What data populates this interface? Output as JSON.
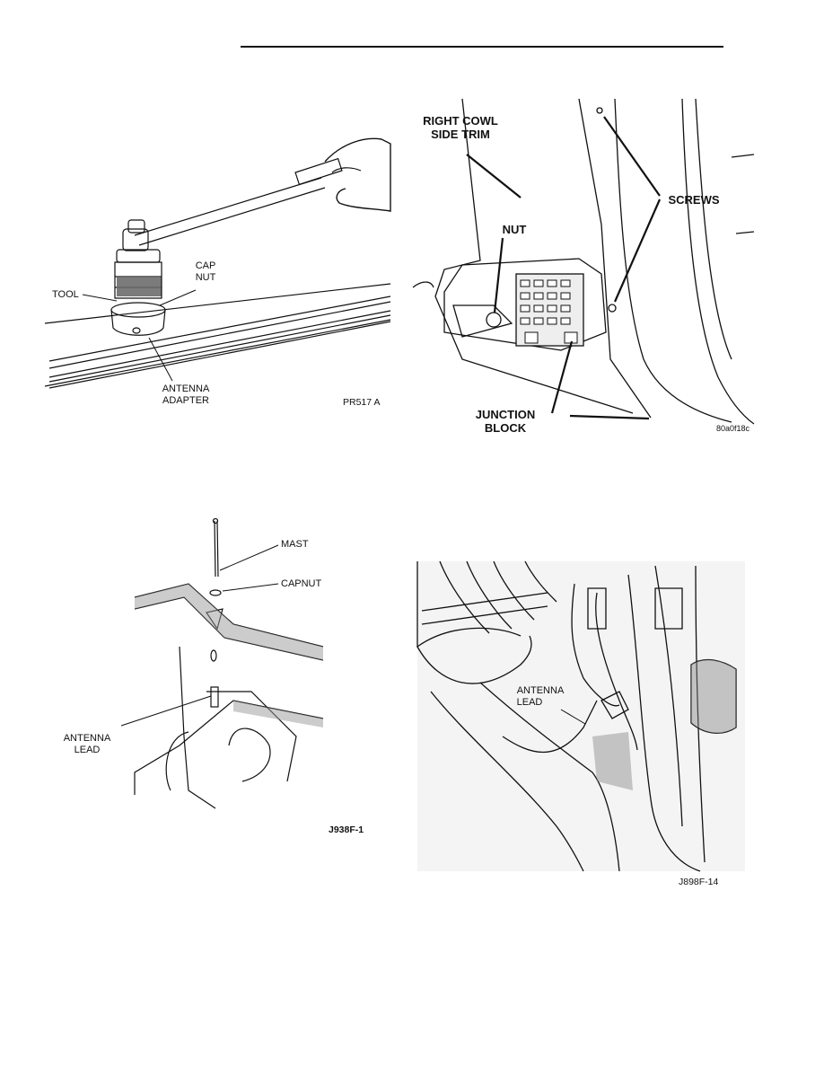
{
  "figures": {
    "cap_nut_tool": {
      "labels": {
        "tool": "TOOL",
        "cap": "CAP",
        "nut": "NUT",
        "antenna": "ANTENNA",
        "adapter": "ADAPTER"
      },
      "code": "PR517 A"
    },
    "cowl_trim": {
      "labels": {
        "right_cowl": "RIGHT COWL",
        "side_trim": "SIDE TRIM",
        "nut": "NUT",
        "screws": "SCREWS",
        "junction": "JUNCTION",
        "block": "BLOCK"
      },
      "code": "80a0f18c"
    },
    "mast_assembly": {
      "labels": {
        "mast": "MAST",
        "capnut": "CAPNUT",
        "antenna": "ANTENNA",
        "lead": "LEAD"
      },
      "code": "J938F-1"
    },
    "antenna_lead": {
      "labels": {
        "antenna": "ANTENNA",
        "lead": "LEAD"
      },
      "code": "J898F-14"
    }
  }
}
